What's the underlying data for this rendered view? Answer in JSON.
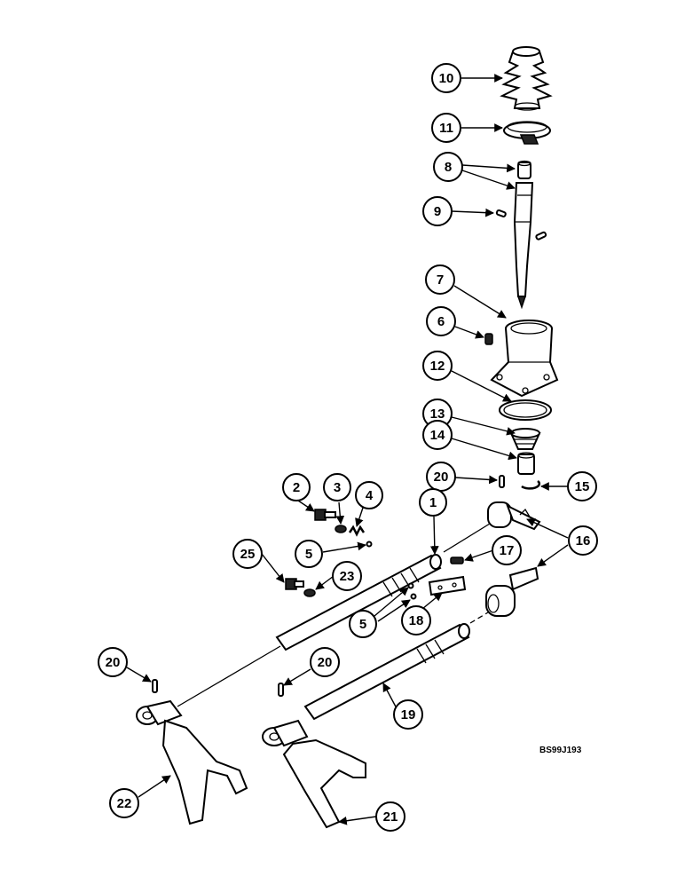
{
  "drawing_code": "BS99J193",
  "colors": {
    "ink": "#000000",
    "paper": "#ffffff"
  },
  "callouts": [
    {
      "id": "10",
      "label": "10"
    },
    {
      "id": "11",
      "label": "11"
    },
    {
      "id": "8",
      "label": "8"
    },
    {
      "id": "9",
      "label": "9"
    },
    {
      "id": "7",
      "label": "7"
    },
    {
      "id": "6",
      "label": "6"
    },
    {
      "id": "12",
      "label": "12"
    },
    {
      "id": "13",
      "label": "13"
    },
    {
      "id": "14",
      "label": "14"
    },
    {
      "id": "20a",
      "label": "20"
    },
    {
      "id": "15",
      "label": "15"
    },
    {
      "id": "2",
      "label": "2"
    },
    {
      "id": "3",
      "label": "3"
    },
    {
      "id": "4",
      "label": "4"
    },
    {
      "id": "1",
      "label": "1"
    },
    {
      "id": "16",
      "label": "16"
    },
    {
      "id": "5a",
      "label": "5"
    },
    {
      "id": "25",
      "label": "25"
    },
    {
      "id": "17",
      "label": "17"
    },
    {
      "id": "23",
      "label": "23"
    },
    {
      "id": "5b",
      "label": "5"
    },
    {
      "id": "18",
      "label": "18"
    },
    {
      "id": "20b",
      "label": "20"
    },
    {
      "id": "20c",
      "label": "20"
    },
    {
      "id": "19",
      "label": "19"
    },
    {
      "id": "22",
      "label": "22"
    },
    {
      "id": "21",
      "label": "21"
    }
  ]
}
